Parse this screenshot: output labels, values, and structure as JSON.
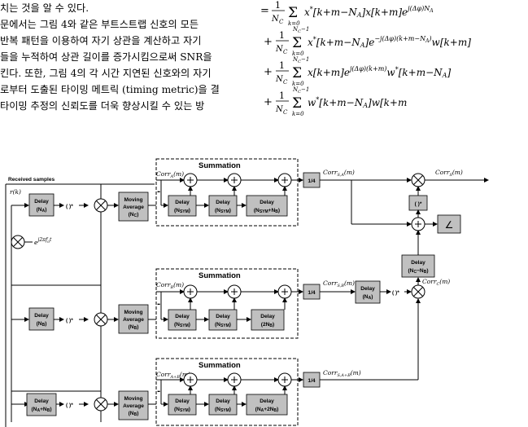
{
  "paragraph": {
    "lines": [
      "치는 것을 알 수 있다.",
      "문에서는 그림 4와 같은 부트스트랩 신호의 모든",
      "반복 패턴을 이용하여 자기 상관을 계산하고 자기",
      "들을 누적하여 상관 길이를 증가시킴으로써 SNR을",
      "킨다. 또한, 그림 4의 각 시간 지연된 신호와의 자기",
      "로부터 도출된 타이밍 메트릭 (timing metric)을 결",
      "타이밍 추정의 신뢰도를 더욱 향상시킬 수 있는 방"
    ]
  },
  "equation": {
    "lines": [
      "= 1/N_C Σ_{k=0} x*[k+m−N_A] x[k+m] e^{j(Δφ)N_A}",
      "+ 1/N_C Σ_{k=0}^{N_C−1} x*[k+m−N_A] e^{−j(Δφ)(k+m−N_A)} w[k+m]",
      "+ 1/N_C Σ_{k=0}^{N_C−1} x[k+m] e^{j(Δφ)(k+m)} w*[k+m−N_A]",
      "+ 1/N_C Σ_{k=0}^{N_C−1} w*[k+m−N_A] w[k+m"
    ]
  },
  "diagram": {
    "input_label": "Received samples",
    "input_signal": "r(k)",
    "mixer_label": "e^{j2πf_o t}",
    "conj": "( )*",
    "quarter": "1/4",
    "summation": "Summation",
    "minus": "-",
    "branch_a": {
      "delay": [
        "Delay",
        "(N_A)"
      ],
      "moving_average": [
        "Moving",
        "Average",
        "(N_C)"
      ],
      "corr_in": "Corr_A(m)",
      "sum_delays": [
        [
          "Delay",
          "(N_SYM)"
        ],
        [
          "Delay",
          "(N_SYM)"
        ],
        [
          "Delay",
          "(N_SYM+N_B)"
        ]
      ],
      "corr_out": "Corr_{S,A}(m)"
    },
    "branch_b": {
      "delay": [
        "Delay",
        "(N_B)"
      ],
      "moving_average": [
        "Moving",
        "Average",
        "(N_B)"
      ],
      "corr_in": "Corr_B(m)",
      "sum_delays": [
        [
          "Delay",
          "(N_SYM)"
        ],
        [
          "Delay",
          "(N_SYM)"
        ],
        [
          "Delay",
          "(2N_B)"
        ]
      ],
      "corr_out": "Corr_{S,B}(m)",
      "post_delay": [
        "Delay",
        "(N_A)"
      ]
    },
    "branch_ab": {
      "delay": [
        "Delay",
        "(N_A+N_B)"
      ],
      "moving_average": [
        "Moving",
        "Average",
        "(N_B)"
      ],
      "corr_in": "Corr_{A+B}(m)",
      "sum_delays": [
        [
          "Delay",
          "(N_SYM)"
        ],
        [
          "Delay",
          "(N_SYM)"
        ],
        [
          "Delay",
          "(N_A+2N_B)"
        ]
      ],
      "corr_out": "Corr_{S,A+B}(m)"
    },
    "right": {
      "output": "Corr_S(m)",
      "corr_c": "Corr_C(m)",
      "delay_c": [
        "Delay",
        "(N_C−N_B)"
      ],
      "angle": "∠"
    }
  }
}
